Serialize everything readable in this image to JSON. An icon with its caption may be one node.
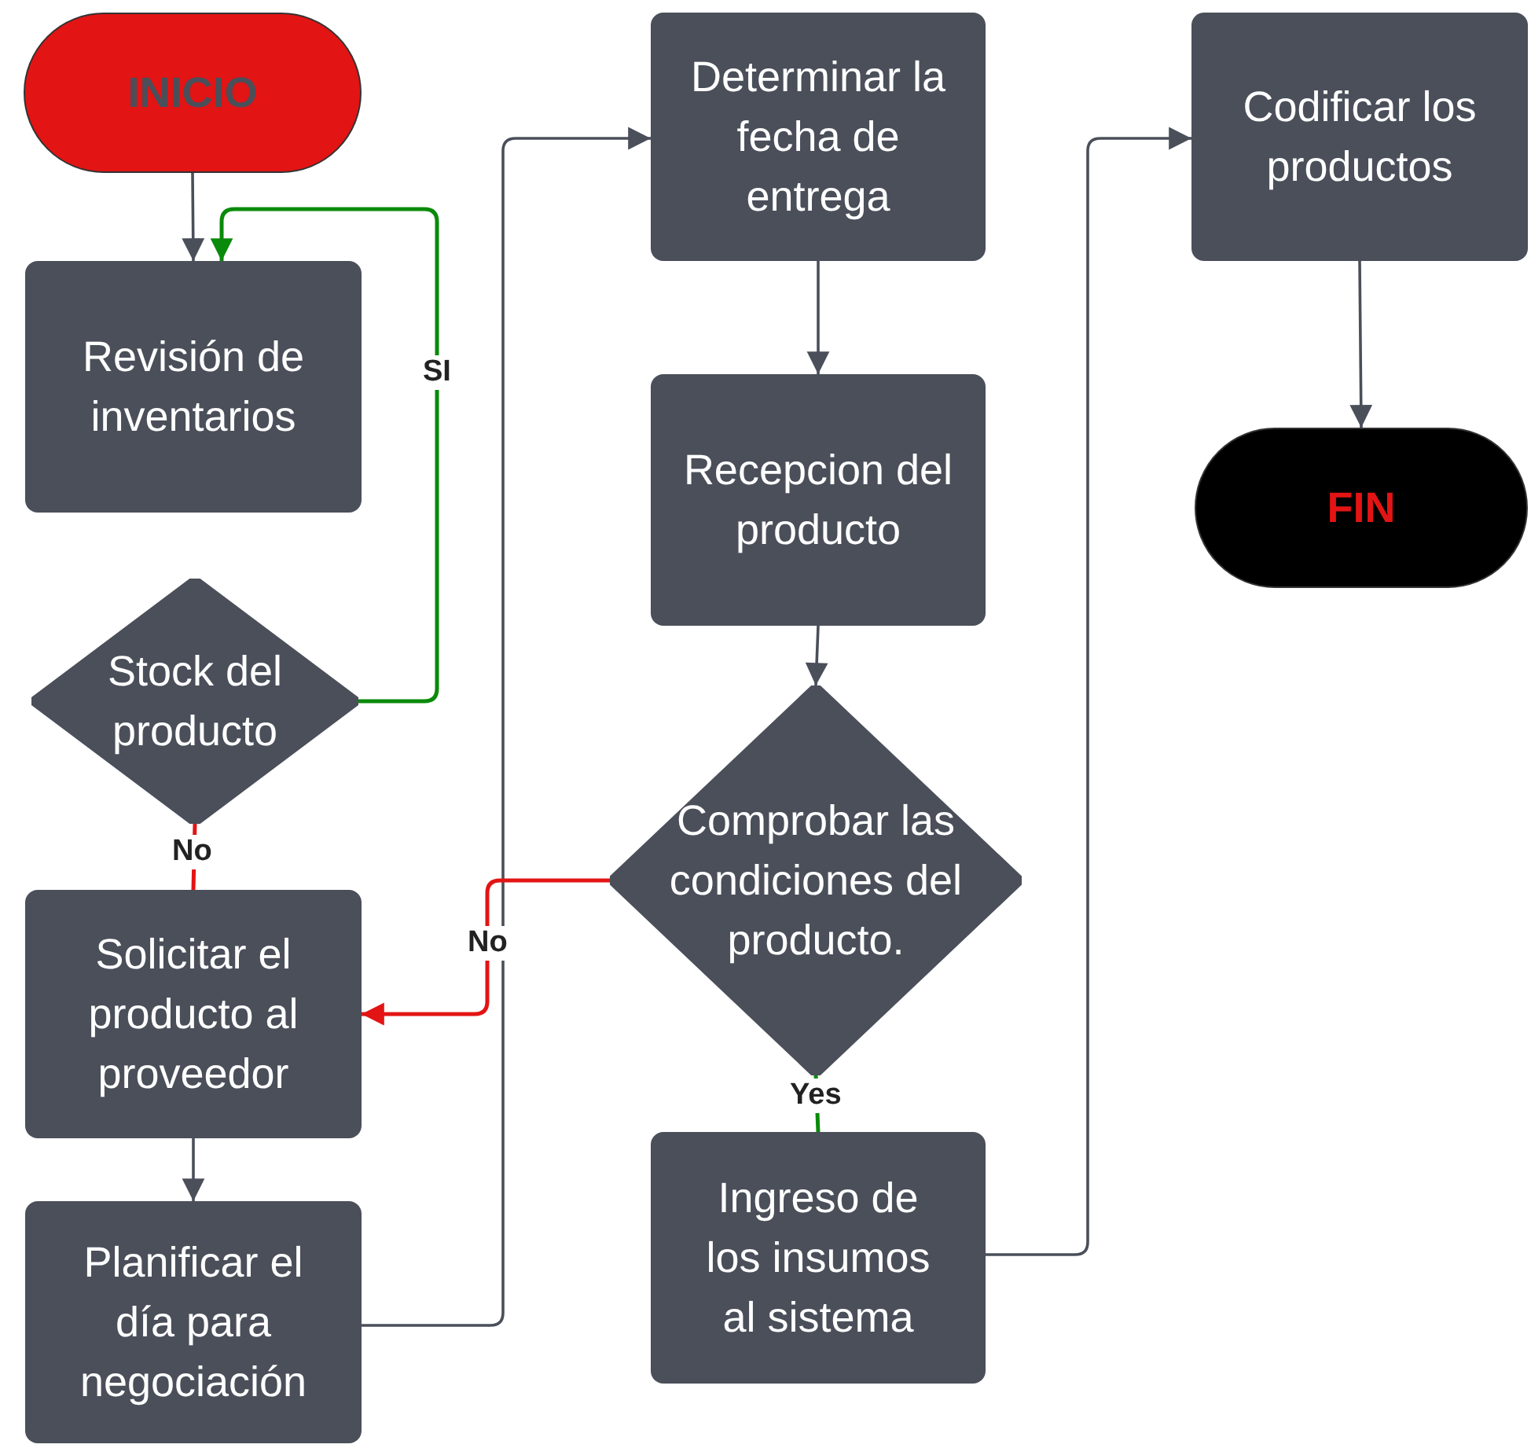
{
  "diagram": {
    "nodes": [
      {
        "text": [
          "INICIO"
        ]
      },
      {
        "text": [
          "Revisión de inventarios"
        ]
      },
      {
        "text": [
          "Stock del producto"
        ]
      },
      {
        "text": [
          "Solicitar el producto al proveedor"
        ]
      },
      {
        "text": [
          "Planificar el día para negociación"
        ]
      },
      {
        "text": [
          "Determinar la fecha de entrega"
        ]
      },
      {
        "text": [
          "Recepcion del producto"
        ]
      },
      {
        "text": [
          "Comprobar las condiciones del producto."
        ]
      },
      {
        "text": [
          "Ingreso de los insumos al sistema"
        ]
      },
      {
        "text": [
          "Codificar los productos"
        ]
      },
      {
        "text": [
          "FIN"
        ]
      }
    ],
    "edges": [
      {
        "from": 0,
        "to": 1,
        "arrow": "to"
      },
      {
        "from": 2,
        "to": 1,
        "arrow": "to",
        "label": "SI",
        "color": "#0a8a0a"
      },
      {
        "from": 2,
        "to": 3,
        "arrow": "none",
        "label": "No",
        "color": "#e31414"
      },
      {
        "from": 3,
        "to": 4,
        "arrow": "to"
      },
      {
        "from": 4,
        "to": 5,
        "arrow": "to"
      },
      {
        "from": 5,
        "to": 6,
        "arrow": "to"
      },
      {
        "from": 6,
        "to": 7,
        "arrow": "to"
      },
      {
        "from": 7,
        "to": 3,
        "arrow": "to",
        "label": "No",
        "color": "#e31414"
      },
      {
        "from": 7,
        "to": 8,
        "arrow": "none",
        "label": "Yes",
        "color": "#0a8a0a"
      },
      {
        "from": 8,
        "to": 9,
        "arrow": "to"
      },
      {
        "from": 9,
        "to": 10,
        "arrow": "to"
      }
    ]
  }
}
